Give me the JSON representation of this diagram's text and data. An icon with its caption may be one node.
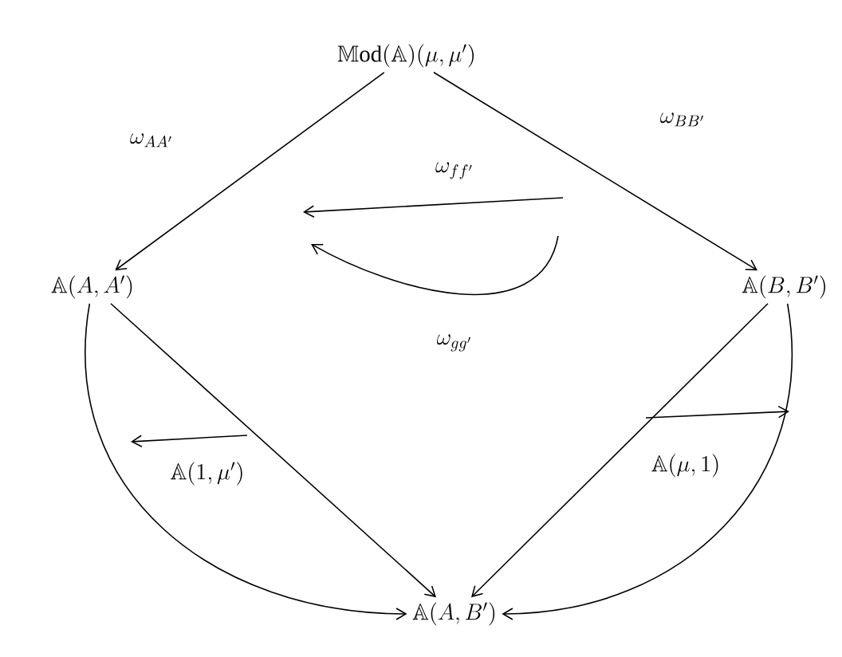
{
  "diagram": {
    "nodes": [
      {
        "text": [
          "\\mathbb{M}\\mathrm{od}(\\mathbb{A})(\\mu,\\mu')"
        ]
      },
      {
        "text": [
          "\\mathbb{A}(A,A')"
        ]
      },
      {
        "text": [
          "\\mathbb{A}(B,B')"
        ]
      },
      {
        "text": [
          "\\mathbb{A}(A,B')"
        ]
      }
    ],
    "edges": [
      {
        "from": 0,
        "to": 1,
        "arrow": "to",
        "label": "\\omega_{AA'}"
      },
      {
        "from": 0,
        "to": 2,
        "arrow": "to",
        "label": "\\omega_{BB'}"
      },
      {
        "from": 1,
        "to": 3,
        "arrow": "to"
      },
      {
        "from": 1,
        "to": 3,
        "arrow": "to"
      },
      {
        "from": 2,
        "to": 3,
        "arrow": "to"
      },
      {
        "from": 2,
        "to": 3,
        "arrow": "to"
      }
    ],
    "labels": [
      "\\omega_{ff'}",
      "\\omega_{gg'}",
      "\\mathbb{A}(1,\\mu')",
      "\\mathbb{A}(\\mu,1)"
    ]
  }
}
